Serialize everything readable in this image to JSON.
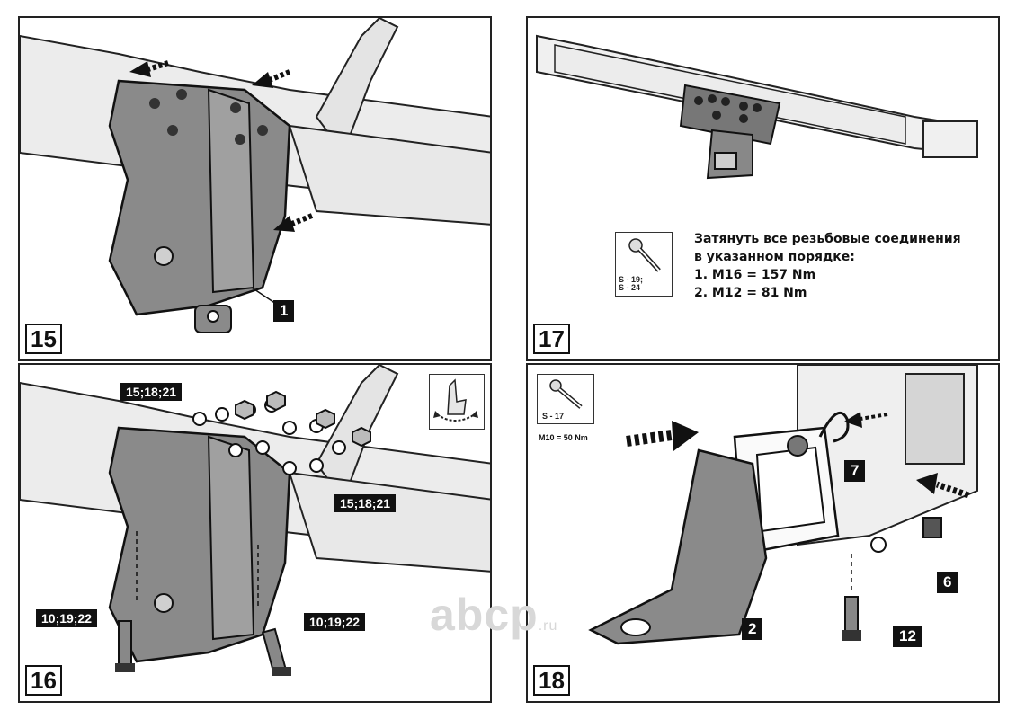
{
  "panels": {
    "p15": {
      "step": "15",
      "callouts": [
        "1"
      ]
    },
    "p16": {
      "step": "16",
      "callouts": [
        "15;18;21",
        "15;18;21",
        "10;19;22",
        "10;19;22"
      ],
      "icon": "rotate-hand-icon"
    },
    "p17": {
      "step": "17",
      "tool_labels": [
        "S - 19;",
        "S - 24"
      ],
      "instruction_lines": [
        "Затянуть все резьбовые соединения",
        "в указанном порядке:",
        "1. M16 = 157 Nm",
        "2. M12 = 81 Nm"
      ],
      "icon": "torque-wrench-icon"
    },
    "p18": {
      "step": "18",
      "tool_label": "S - 17",
      "torque": "M10 = 50 Nm",
      "callouts": [
        "7",
        "6",
        "2",
        "12"
      ],
      "icon": "torque-wrench-icon"
    }
  },
  "watermark": {
    "main": "abcp",
    "suffix": ".ru"
  }
}
